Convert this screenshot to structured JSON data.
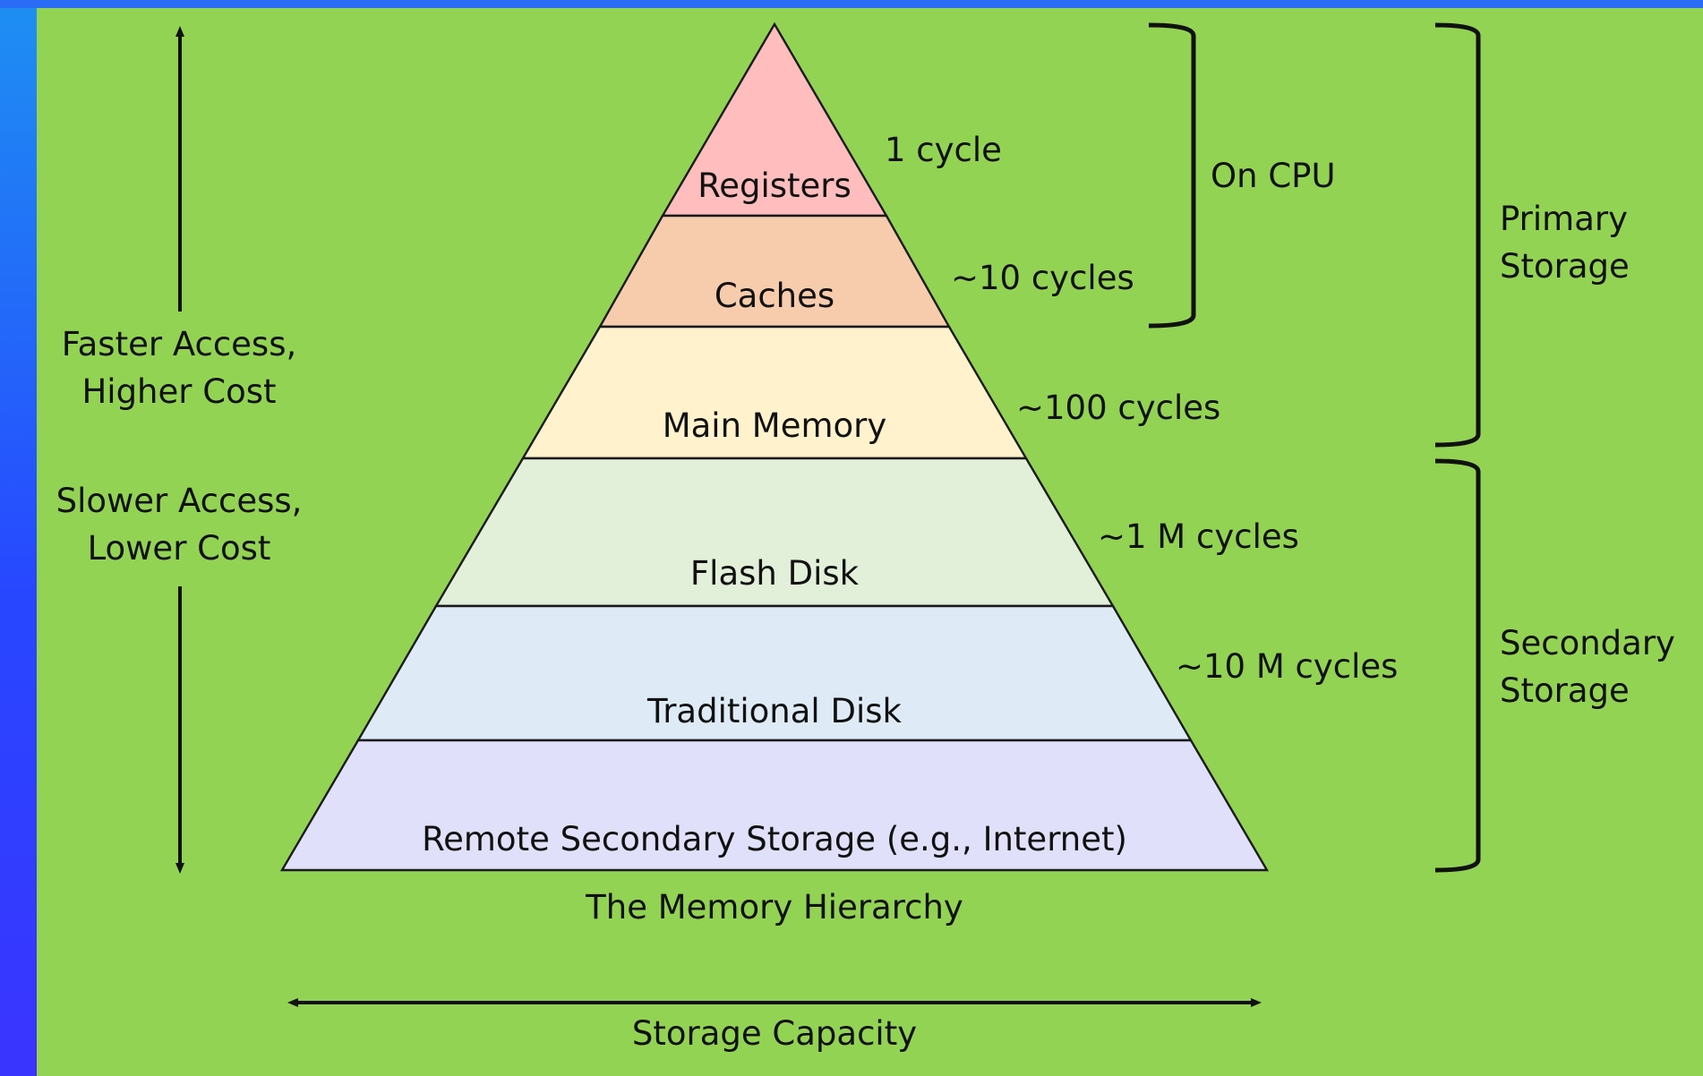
{
  "colors": {
    "background": "#93d353",
    "frame_blue": "#2a6cf5",
    "registers": "#ffbdbd",
    "caches": "#f7ccac",
    "main_memory": "#fff2cc",
    "flash_disk": "#e2efd9",
    "traditional_disk": "#deebf7",
    "remote_storage": "#e0e0fa"
  },
  "levels": [
    {
      "id": "registers",
      "label": "Registers",
      "cycles": "1 cycle"
    },
    {
      "id": "caches",
      "label": "Caches",
      "cycles": "~10 cycles"
    },
    {
      "id": "main-memory",
      "label": "Main Memory",
      "cycles": "~100 cycles"
    },
    {
      "id": "flash-disk",
      "label": "Flash Disk",
      "cycles": "~1 M cycles"
    },
    {
      "id": "traditional-disk",
      "label": "Traditional Disk",
      "cycles": "~10 M cycles"
    },
    {
      "id": "remote-storage",
      "label": "Remote Secondary Storage (e.g., Internet)",
      "cycles": ""
    }
  ],
  "title": "The Memory Hierarchy",
  "axis": {
    "faster": [
      "Faster Access,",
      "Higher Cost"
    ],
    "slower": [
      "Slower Access,",
      "Lower Cost"
    ],
    "capacity": "Storage Capacity"
  },
  "brackets": {
    "on_cpu": "On CPU",
    "primary": [
      "Primary",
      "Storage"
    ],
    "secondary": [
      "Secondary",
      "Storage"
    ]
  }
}
